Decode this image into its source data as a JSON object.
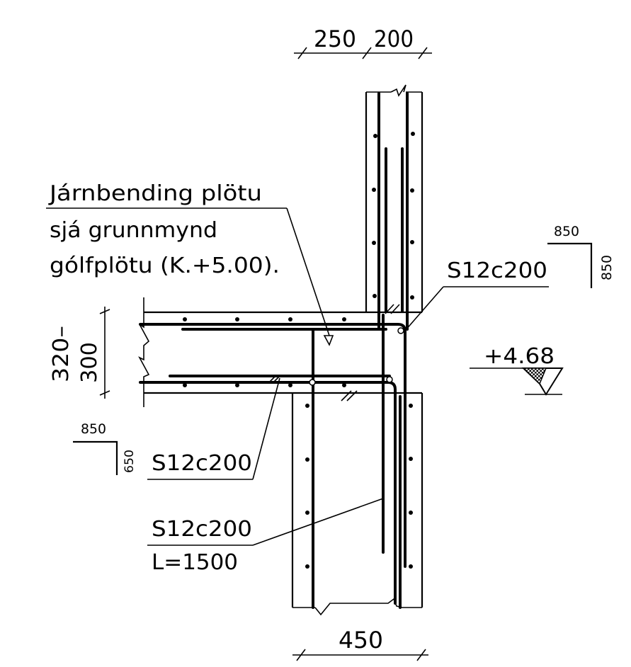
{
  "drawing": {
    "dims": {
      "top_left": "250",
      "top_right": "200",
      "bottom": "450",
      "slab_thickness_line1": "320–",
      "slab_thickness_line2": "300"
    },
    "notes": {
      "slab_line1": "Járnbending plötu",
      "slab_line2": "sjá grunnmynd",
      "slab_line3": "gólfplötu (K.+5.00).",
      "bar_top": "S12c200",
      "bar_slab": "S12c200",
      "bar_wall_line1": "S12c200",
      "bar_wall_line2": "L=1500"
    },
    "bend_right": {
      "horizontal": "850",
      "vertical": "850"
    },
    "bend_left": {
      "horizontal": "850",
      "vertical": "650"
    },
    "level": {
      "value": "+4.68"
    }
  }
}
